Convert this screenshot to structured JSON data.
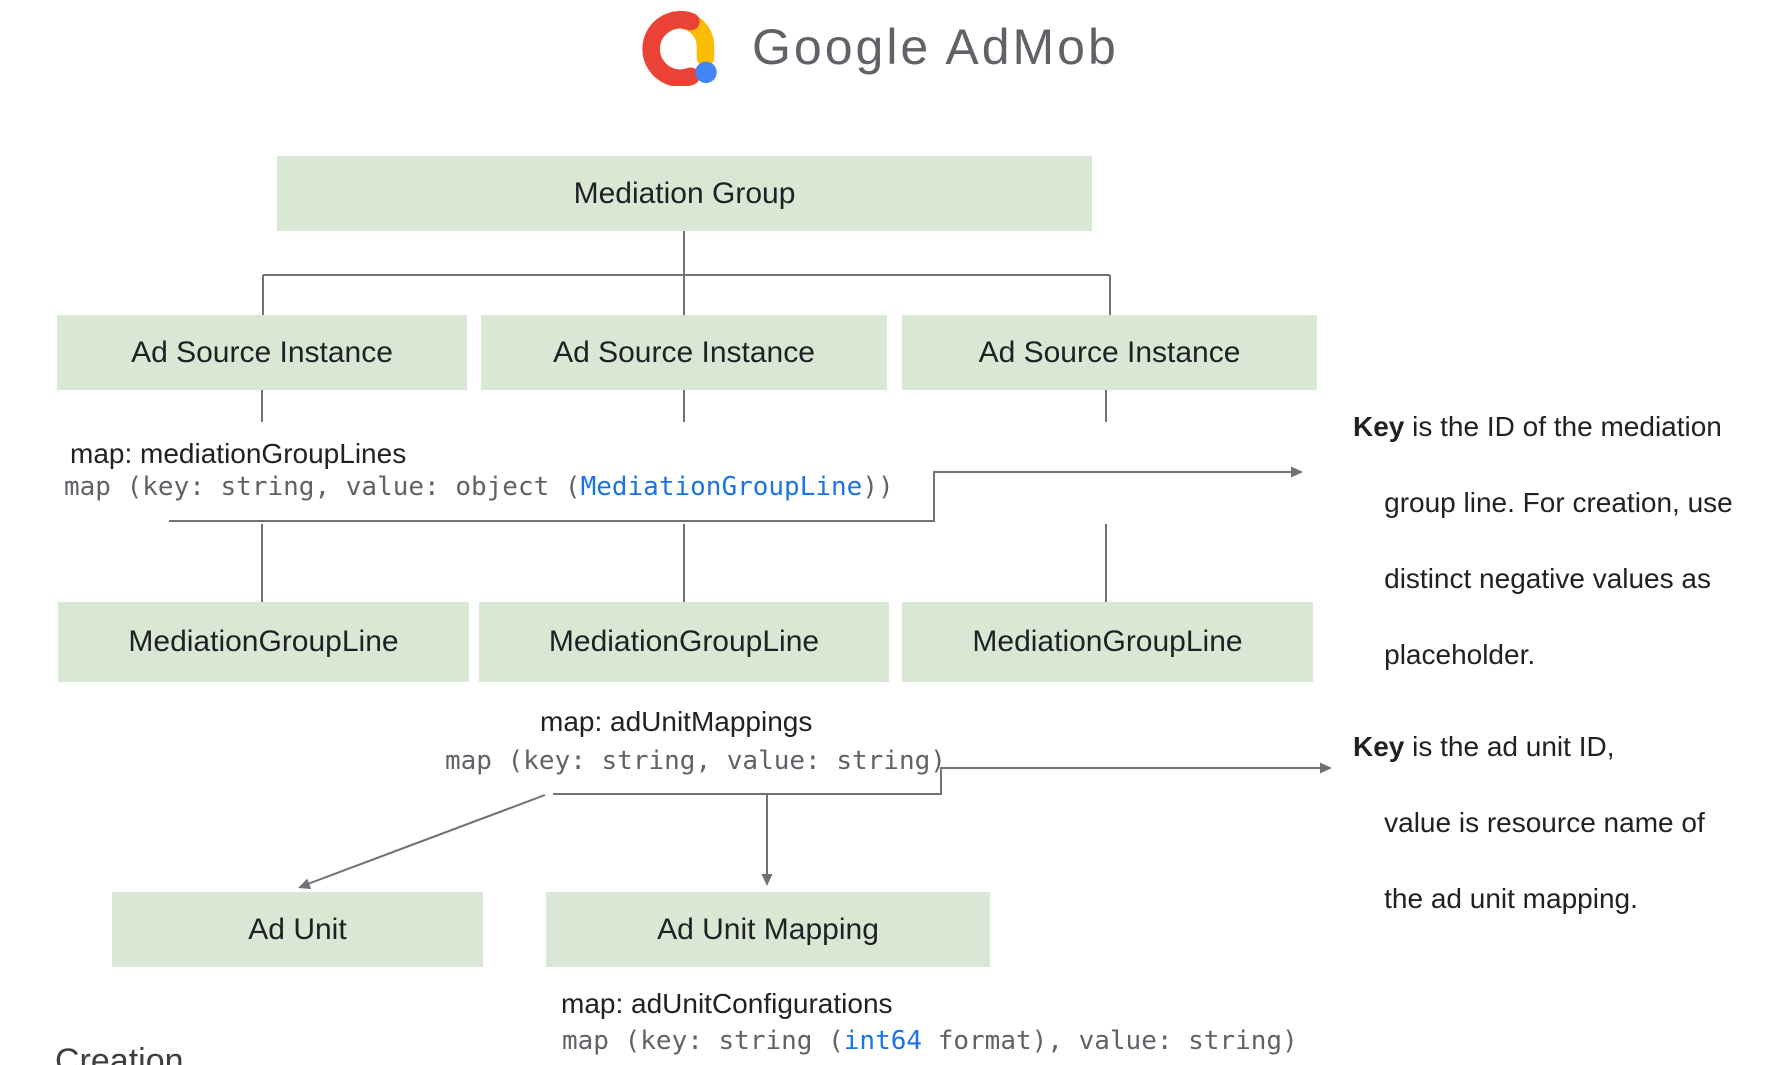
{
  "page": {
    "background": "#ffffff",
    "partial_bottom_text": "Creation"
  },
  "logo": {
    "text": "Google AdMob",
    "colors": {
      "red": "#EA4335",
      "yellow": "#FBBC04",
      "blue": "#4285F4",
      "gray": "#5f6368"
    }
  },
  "diagram": {
    "box_fill": "#d9e8d4",
    "line_color": "#6f7377",
    "code_color": "#5f6368",
    "code_link_color": "#1a73e8",
    "boxes": {
      "mediation_group": "Mediation Group",
      "ad_source_instances": [
        "Ad Source Instance",
        "Ad Source Instance",
        "Ad Source Instance"
      ],
      "mediation_group_lines": [
        "MediationGroupLine",
        "MediationGroupLine",
        "MediationGroupLine"
      ],
      "ad_unit": "Ad Unit",
      "ad_unit_mapping": "Ad Unit Mapping"
    },
    "maps": [
      {
        "heading": "map: mediationGroupLines",
        "code_prefix": "map (key: string, value: object (",
        "code_link": "MediationGroupLine",
        "code_suffix": "))"
      },
      {
        "heading": "map: adUnitMappings",
        "code_prefix": "map (key: string, value: string)",
        "code_link": "",
        "code_suffix": ""
      },
      {
        "heading": "map: adUnitConfigurations",
        "code_prefix": "map (key: string (",
        "code_link": "int64",
        "code_suffix": " format), value: string)"
      }
    ],
    "annotations": [
      {
        "key_word": "Key",
        "first_line_rest": " is the ID of the mediation",
        "lines": [
          "group line. For creation, use",
          "distinct negative values as",
          "placeholder."
        ]
      },
      {
        "key_word": "Key",
        "first_line_rest": " is the ad unit ID,",
        "lines": [
          "value is resource name of",
          "the ad unit mapping."
        ]
      }
    ]
  }
}
